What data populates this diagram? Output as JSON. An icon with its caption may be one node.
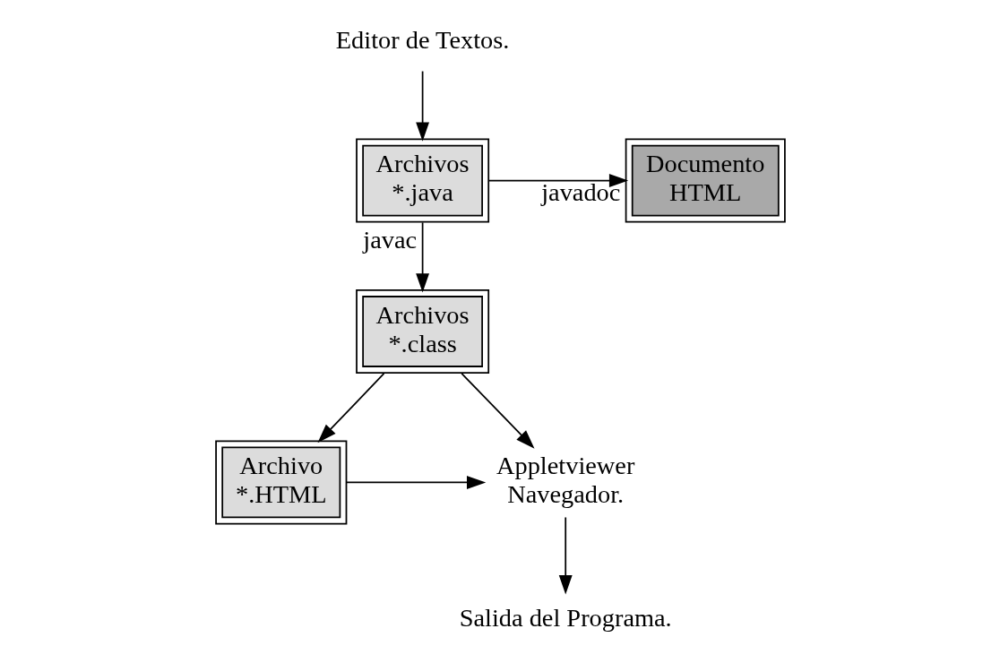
{
  "diagram": {
    "nodes": [
      {
        "text": [
          "Editor de Textos."
        ]
      },
      {
        "text": [
          "Archivos *.java"
        ]
      },
      {
        "text": [
          "Documento HTML"
        ]
      },
      {
        "text": [
          "Archivos *.class"
        ]
      },
      {
        "text": [
          "Archivo *.HTML"
        ]
      },
      {
        "text": [
          "Appletviewer Navegador."
        ]
      },
      {
        "text": [
          "Salida del Programa."
        ]
      }
    ],
    "edges": [
      {
        "from": 0,
        "to": 1,
        "arrow": "to"
      },
      {
        "from": 1,
        "to": 2,
        "arrow": "to",
        "label": "javadoc"
      },
      {
        "from": 1,
        "to": 3,
        "arrow": "to",
        "label": "javac"
      },
      {
        "from": 3,
        "to": 4,
        "arrow": "to"
      },
      {
        "from": 3,
        "to": 5,
        "arrow": "to"
      },
      {
        "from": 4,
        "to": 5,
        "arrow": "to"
      },
      {
        "from": 5,
        "to": 6,
        "arrow": "to"
      }
    ]
  }
}
